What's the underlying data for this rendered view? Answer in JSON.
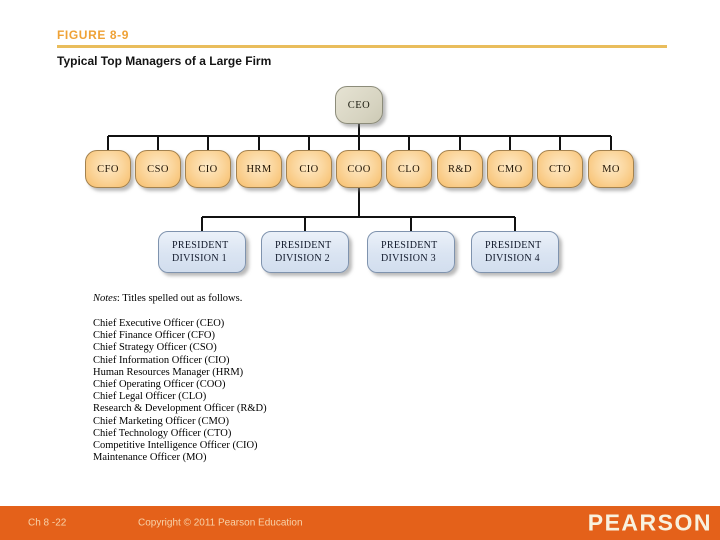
{
  "header": {
    "figure_label": "FIGURE 8-9",
    "title": "Typical Top Managers of a Large Firm"
  },
  "diagram": {
    "ceo": "CEO",
    "managers": [
      "CFO",
      "CSO",
      "CIO",
      "HRM",
      "CIO",
      "COO",
      "CLO",
      "R&D",
      "CMO",
      "CTO",
      "MO"
    ],
    "presidents": [
      {
        "line1": "PRESIDENT",
        "line2": "DIVISION 1"
      },
      {
        "line1": "PRESIDENT",
        "line2": "DIVISION 2"
      },
      {
        "line1": "PRESIDENT",
        "line2": "DIVISION 3"
      },
      {
        "line1": "PRESIDENT",
        "line2": "DIVISION 4"
      }
    ]
  },
  "notes": {
    "label": "Notes",
    "intro": ": Titles spelled out as follows.",
    "items": [
      "Chief Executive Officer (CEO)",
      "Chief Finance Officer (CFO)",
      "Chief Strategy Officer (CSO)",
      "Chief Information Officer (CIO)",
      "Human Resources Manager (HRM)",
      "Chief Operating Officer (COO)",
      "Chief Legal Officer (CLO)",
      "Research & Development Officer (R&D)",
      "Chief Marketing Officer (CMO)",
      "Chief Technology Officer (CTO)",
      "Competitive Intelligence Officer (CIO)",
      "Maintenance Officer (MO)"
    ]
  },
  "footer": {
    "slide_number": "Ch 8 -22",
    "copyright": "Copyright © 2011 Pearson Education",
    "logo": "PEARSON"
  },
  "colors": {
    "accent_gold": "#E9BD5C",
    "accent_orange_label": "#EFA236",
    "footer_orange": "#E4611A",
    "ceo_fill": "#D9D6C3",
    "manager_fill": "#FACE8C",
    "president_fill": "#DCE6F3",
    "connector": "#111111"
  }
}
